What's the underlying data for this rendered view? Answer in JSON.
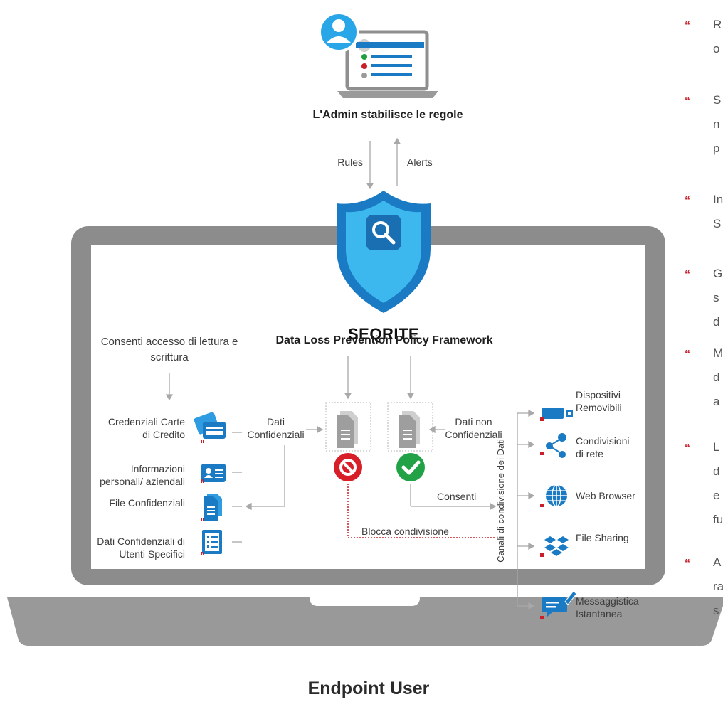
{
  "admin": {
    "caption": "L'Admin stabilisce le regole"
  },
  "flow": {
    "rules": "Rules",
    "alerts": "Alerts"
  },
  "brand": {
    "logo": "SEQRITE",
    "framework": "Data Loss Prevention Policy Framework"
  },
  "left_panel": {
    "header": "Consenti accesso di lettura e scrittura",
    "items": [
      {
        "label": "Credenziali Carte di Credito",
        "icon": "credit-card-icon"
      },
      {
        "label": "Informazioni personali/ aziendali",
        "icon": "id-card-icon"
      },
      {
        "label": "File Confidenziali",
        "icon": "document-icon"
      },
      {
        "label": "Dati Confidenziali di Utenti Specifici",
        "icon": "checklist-icon"
      }
    ]
  },
  "center": {
    "confidential": "Dati Confidenziali",
    "non_confidential": "Dati non Confidenziali",
    "allow": "Consenti",
    "block": "Blocca condivisione",
    "channels_title": "Canali di condivisione dei Dati"
  },
  "channels": [
    {
      "label": "Dispositivi Removibili",
      "icon": "usb-drive-icon"
    },
    {
      "label": "Condivisioni di rete",
      "icon": "network-share-icon"
    },
    {
      "label": "Web Browser",
      "icon": "globe-icon"
    },
    {
      "label": "File Sharing",
      "icon": "dropbox-icon"
    },
    {
      "label": "Messaggistica Istantanea",
      "icon": "chat-icon"
    }
  ],
  "footer": {
    "title": "Endpoint User"
  },
  "bullets": [
    "R",
    "o",
    "S",
    "n",
    "p",
    "In",
    "S",
    "G",
    "s",
    "d",
    "M",
    "d",
    "a",
    "L",
    "d",
    "e",
    "fu",
    "A",
    "ra",
    "s"
  ],
  "colors": {
    "accent_red": "#c8202a",
    "blue": "#1a7bc4",
    "frame_gray": "#8c8c8c",
    "green": "#1f9e3c"
  }
}
